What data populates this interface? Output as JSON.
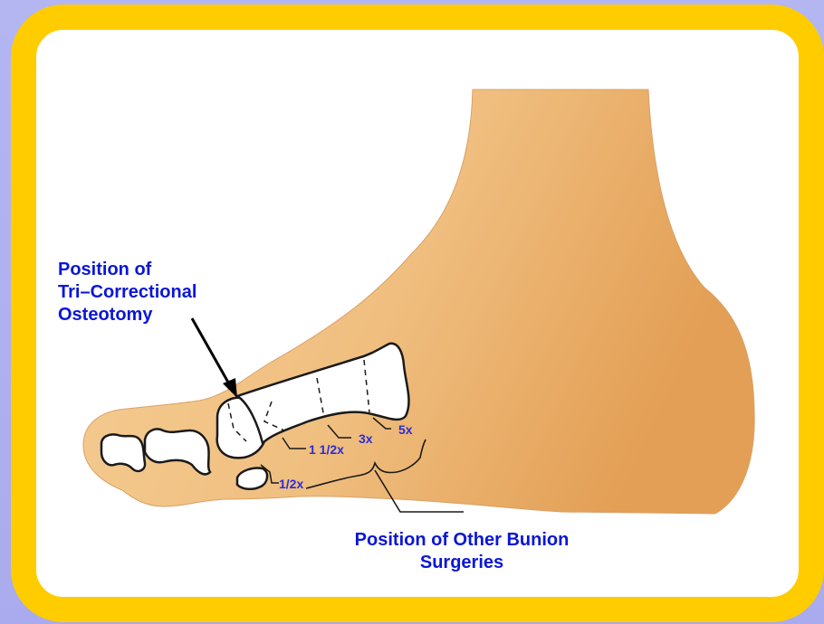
{
  "labels": {
    "osteotomy_line1": "Position of",
    "osteotomy_line2": "Tri–Correctional",
    "osteotomy_line3": "Osteotomy",
    "other_line1": "Position of Other Bunion",
    "other_line2": "Surgeries"
  },
  "markers": [
    {
      "id": "half",
      "text": "1/2x"
    },
    {
      "id": "one-and-half",
      "text": "1 1/2x"
    },
    {
      "id": "three",
      "text": "3x"
    },
    {
      "id": "five",
      "text": "5x"
    }
  ],
  "colors": {
    "background": "#a9abee",
    "frame_border": "#ffcc00",
    "label_blue": "#0a16d6",
    "marker_blue": "#2b2dd8",
    "skin": "#efb978"
  }
}
